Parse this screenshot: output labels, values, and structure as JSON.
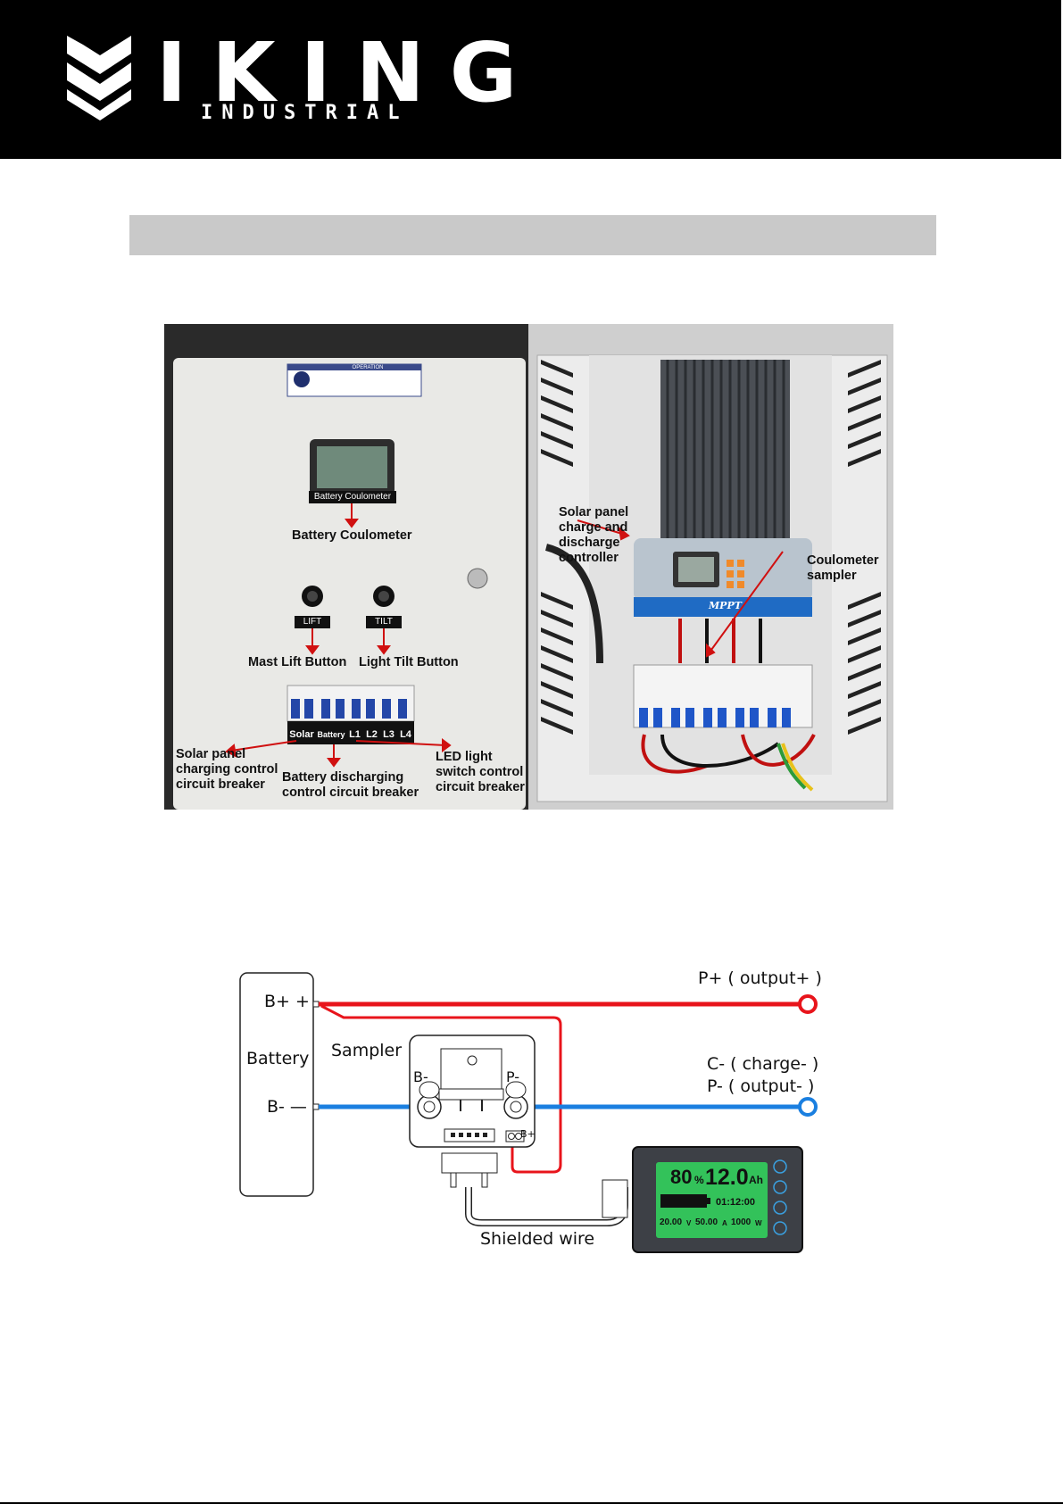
{
  "header": {
    "logo_main": "IKING",
    "logo_sub": "INDUSTRIAL"
  },
  "photo_left": {
    "operation_title": "OPERATION",
    "coulometer_tag": "Battery Coulometer",
    "coulometer_label": "Battery Coulometer",
    "lift_tag": "LIFT",
    "tilt_tag": "TILT",
    "mast_lift_label": "Mast Lift Button",
    "light_tilt_label": "Light Tilt Button",
    "breaker_tags": [
      "Solar",
      "Battery",
      "L1",
      "L2",
      "L3",
      "L4"
    ],
    "solar_breaker_label": [
      "Solar panel",
      "charging control",
      "circuit breaker"
    ],
    "battery_breaker_label": [
      "Battery discharging",
      "control circuit breaker"
    ],
    "led_breaker_label": [
      "LED light",
      "switch control",
      "circuit breaker"
    ]
  },
  "photo_right": {
    "controller_label": [
      "Solar panel",
      "charge and",
      "discharge",
      "controller"
    ],
    "sampler_label": [
      "Coulometer",
      "sampler"
    ],
    "controller_brand": "MPPT"
  },
  "diagram": {
    "battery_label": "Battery",
    "b_plus_label": "B+ +",
    "b_minus_label": "B- —",
    "sampler_label": "Sampler",
    "sampler_b_minus": "B-",
    "sampler_p_minus": "P-",
    "sampler_b_plus": "B+",
    "p_plus_label": "P+ ( output+ )",
    "c_minus_label": "C- ( charge- )",
    "p_minus_label": "P- ( output- )",
    "shielded_wire_label": "Shielded wire",
    "lcd": {
      "percent": "80",
      "percent_unit": "%",
      "capacity": "12.0",
      "capacity_unit": "Ah",
      "time": "01:12:00",
      "voltage": "20.00",
      "voltage_unit": "V",
      "current": "50.00",
      "current_unit": "A",
      "power": "1000",
      "power_unit": "W"
    }
  },
  "colors": {
    "positive_wire": "#e8141b",
    "negative_wire": "#1a7fe0",
    "annotation_arrow": "#d01010",
    "lcd_screen": "#33c25a"
  }
}
